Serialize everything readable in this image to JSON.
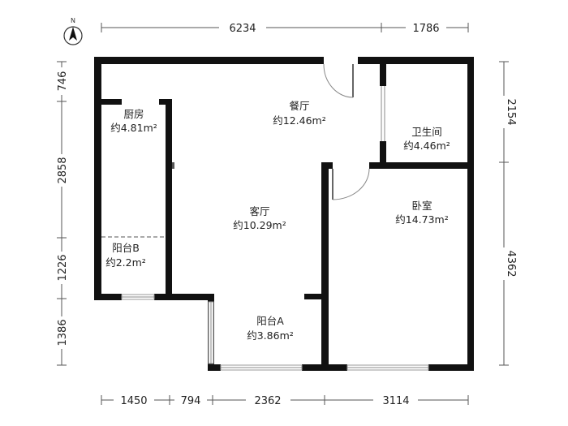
{
  "compass": {
    "letter": "N",
    "icon": "north-arrow-icon"
  },
  "dimensions": {
    "top": [
      "6234",
      "1786"
    ],
    "bottom": [
      "1450",
      "794",
      "2362",
      "3114"
    ],
    "left": [
      "746",
      "2858",
      "1226",
      "1386"
    ],
    "right": [
      "2154",
      "4362"
    ]
  },
  "rooms": {
    "kitchen": {
      "name": "厨房",
      "area": "约4.81m²"
    },
    "dining": {
      "name": "餐厅",
      "area": "约12.46m²"
    },
    "bathroom": {
      "name": "卫生间",
      "area": "约4.46m²"
    },
    "living": {
      "name": "客厅",
      "area": "约10.29m²"
    },
    "bedroom": {
      "name": "卧室",
      "area": "约14.73m²"
    },
    "balcony_b": {
      "name": "阳台B",
      "area": "约2.2m²"
    },
    "balcony_a": {
      "name": "阳台A",
      "area": "约3.86m²"
    }
  },
  "colors": {
    "wall": "#111111",
    "dimension": "#555555",
    "text": "#222222"
  }
}
